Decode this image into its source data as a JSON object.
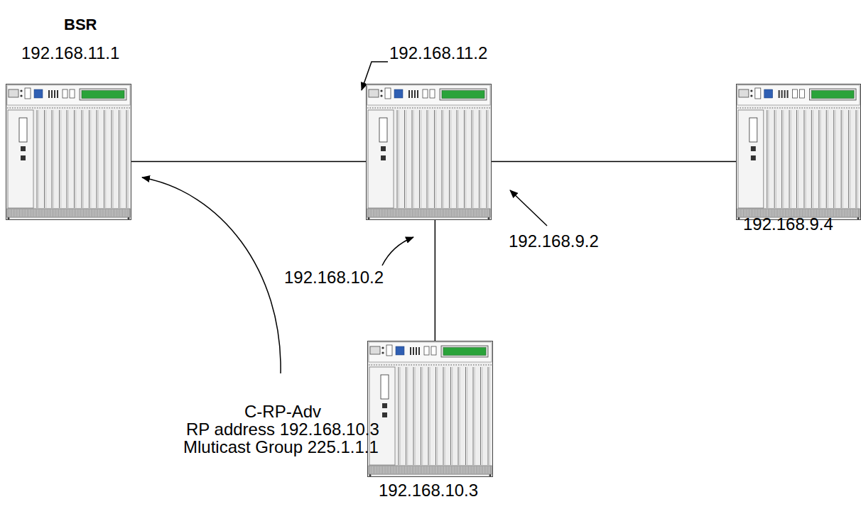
{
  "diagram": {
    "nodes": [
      {
        "text": [
          "BSR",
          "192.168.11.1"
        ]
      },
      {
        "text": [
          "192.168.11.2",
          "192.168.10.2",
          "192.168.9.2"
        ]
      },
      {
        "text": [
          "192.168.9.4"
        ]
      },
      {
        "text": [
          "192.168.10.3"
        ]
      }
    ],
    "edges": [
      {
        "from": 0,
        "to": 1,
        "arrow": "none"
      },
      {
        "from": 1,
        "to": 2,
        "arrow": "none"
      },
      {
        "from": 1,
        "to": 3,
        "arrow": "none"
      }
    ],
    "labels": [
      "C-RP-Adv",
      "RP address 192.168.10.3",
      "Mluticast Group 225.1.1.1"
    ]
  }
}
